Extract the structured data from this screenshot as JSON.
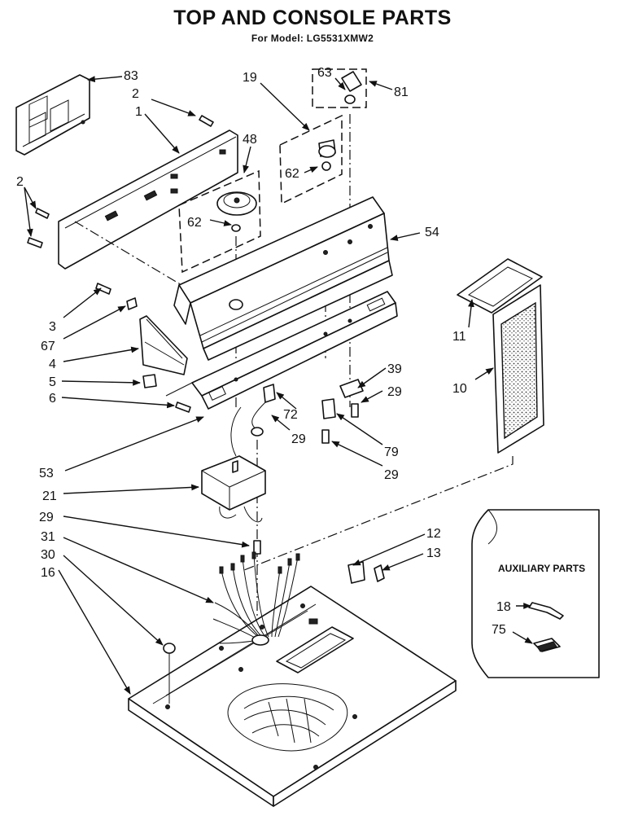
{
  "header": {
    "title": "TOP AND CONSOLE PARTS",
    "subtitle": "For Model: LG5531XMW2"
  },
  "callouts": {
    "p83": "83",
    "p2a": "2",
    "p1": "1",
    "p2b": "2",
    "p19": "19",
    "p48": "48",
    "p63": "63",
    "p81": "81",
    "p62a": "62",
    "p62b": "62",
    "p54": "54",
    "p3": "3",
    "p67": "67",
    "p4": "4",
    "p5": "5",
    "p6": "6",
    "p11": "11",
    "p10": "10",
    "p39": "39",
    "p29a": "29",
    "p72": "72",
    "p29b": "29",
    "p79": "79",
    "p29c": "29",
    "p53": "53",
    "p21": "21",
    "p29d": "29",
    "p31": "31",
    "p30": "30",
    "p16": "16",
    "p12": "12",
    "p13": "13"
  },
  "auxiliary": {
    "title": "AUXILIARY PARTS",
    "p18": "18",
    "p75": "75"
  }
}
